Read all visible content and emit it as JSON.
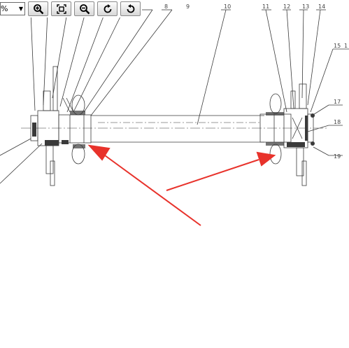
{
  "toolbar": {
    "zoom_value": "%",
    "buttons": [
      {
        "name": "zoom-in",
        "icon": "zoom-in-icon"
      },
      {
        "name": "fit-page",
        "icon": "fit-page-icon"
      },
      {
        "name": "zoom-out",
        "icon": "zoom-out-icon"
      },
      {
        "name": "rotate-right",
        "icon": "rotate-clockwise-icon"
      },
      {
        "name": "rotate-left",
        "icon": "rotate-counterclockwise-icon"
      }
    ]
  },
  "drawing": {
    "callouts": [
      "8",
      "9",
      "10",
      "11",
      "12",
      "13",
      "14",
      "15",
      "1",
      "17",
      "18",
      "19"
    ],
    "arrow_color": "#e8322b",
    "line_color": "#333333"
  }
}
